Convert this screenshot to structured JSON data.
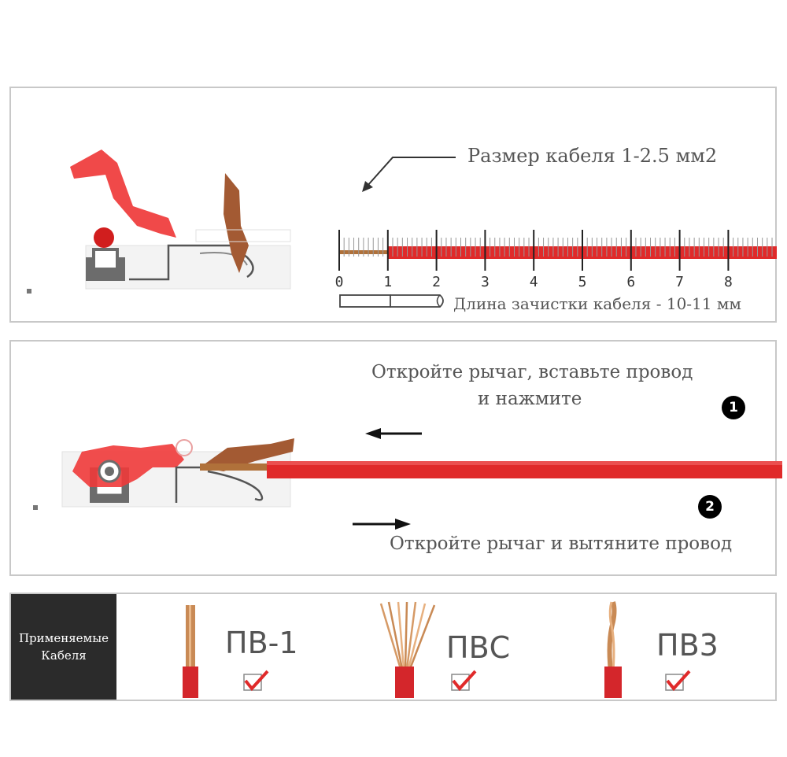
{
  "panel1": {
    "cable_size_label": "Размер кабеля 1-2.5 мм2",
    "strip_length_label": "Длина зачистки кабеля - 10-11 мм",
    "ruler_ticks": [
      "0",
      "1",
      "2",
      "3",
      "4",
      "5",
      "6",
      "7",
      "8"
    ]
  },
  "panel2": {
    "step1_line1": "Откройте рычаг, вставьте провод",
    "step1_line2": "и нажмите",
    "step1_number": "1",
    "step2_number": "2",
    "step2_text": "Откройте рычаг и вытяните провод"
  },
  "panel3": {
    "title_line1": "Применяемые",
    "title_line2": "Кабеля",
    "cables": [
      {
        "name": "ПВ-1",
        "checked": true
      },
      {
        "name": "ПВС",
        "checked": true
      },
      {
        "name": "ПВ3",
        "checked": true
      }
    ]
  },
  "colors": {
    "red": "#e02a2a",
    "copper": "#b0713a",
    "lever_brown": "#a35a33",
    "border": "#c8c8c8"
  }
}
